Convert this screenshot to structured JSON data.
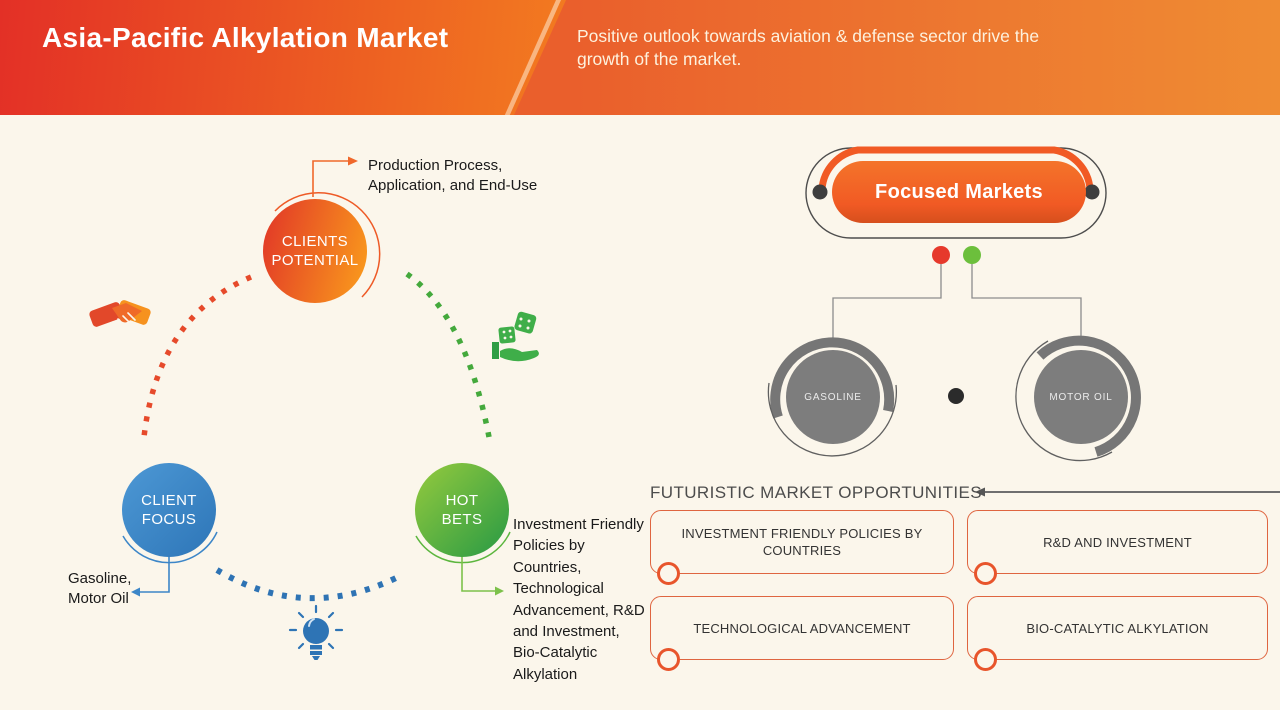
{
  "header": {
    "title": "Asia-Pacific Alkylation Market",
    "subtitle": "Positive outlook towards aviation & defense sector drive the\ngrowth of the market."
  },
  "bubbles": {
    "clients_potential": {
      "label": "CLIENTS\nPOTENTIAL",
      "annotation": "Production Process,\nApplication, and End-Use",
      "color_start": "#e23a27",
      "color_end": "#f8941d"
    },
    "client_focus": {
      "label": "CLIENT\nFOCUS",
      "annotation": "Gasoline,\nMotor Oil",
      "color": "#3c86c8"
    },
    "hot_bets": {
      "label": "HOT\nBETS",
      "annotation": "Investment Friendly\nPolicies by\nCountries,\nTechnological\nAdvancement, R&D\nand Investment,\nBio-Catalytic\nAlkylation",
      "color_start": "#90c83e",
      "color_end": "#2d9c44"
    }
  },
  "icons": {
    "handshake": "handshake-icon",
    "hand_dice": "hand-dice-icon",
    "lightbulb": "lightbulb-icon"
  },
  "focused_markets": {
    "label": "Focused Markets",
    "nodes": [
      {
        "label": "GASOLINE"
      },
      {
        "label": "MOTOR OIL"
      }
    ],
    "legend_dot_colors": [
      "#e6392c",
      "#6cbf3c"
    ],
    "pill_color": "#f15a24"
  },
  "opportunities": {
    "heading": "FUTURISTIC MARKET OPPORTUNITIES",
    "items": [
      "INVESTMENT FRIENDLY POLICIES BY COUNTRIES",
      "R&D AND INVESTMENT",
      "TECHNOLOGICAL ADVANCEMENT",
      "BIO-CATALYTIC ALKYLATION"
    ],
    "box_border_color": "#df6540"
  },
  "colors": {
    "header_gradient_left": "#e33026",
    "header_gradient_right": "#ef8c33",
    "background": "#fbf6eb",
    "accent_orange": "#f15a24"
  }
}
